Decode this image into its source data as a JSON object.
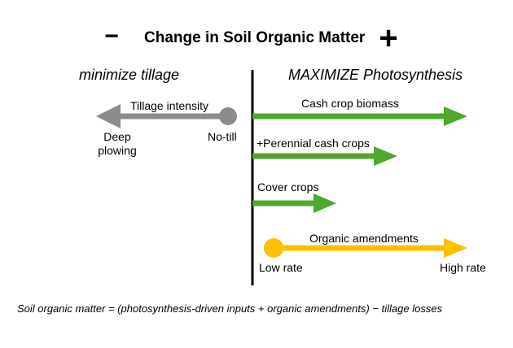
{
  "title": {
    "text": "Change in Soil Organic Matter",
    "minus": "−",
    "plus": "+"
  },
  "left_heading": "minimize tillage",
  "right_heading": "MAXIMIZE Photosynthesis",
  "tillage": {
    "label": "Tillage intensity",
    "end_low": "No-till",
    "end_high": "Deep plowing",
    "color": "#8c8c8c"
  },
  "photosynthesis_arrows": [
    {
      "label": "Cash crop biomass",
      "color": "#4ea72e"
    },
    {
      "label": "+Perennial cash crops",
      "color": "#4ea72e"
    },
    {
      "label": "Cover crops",
      "color": "#4ea72e"
    }
  ],
  "amendments": {
    "label": "Organic amendments",
    "low": "Low rate",
    "high": "High rate",
    "color": "#ffc000"
  },
  "footer": "Soil organic matter = (photosynthesis-driven inputs + organic amendments) − tillage losses"
}
